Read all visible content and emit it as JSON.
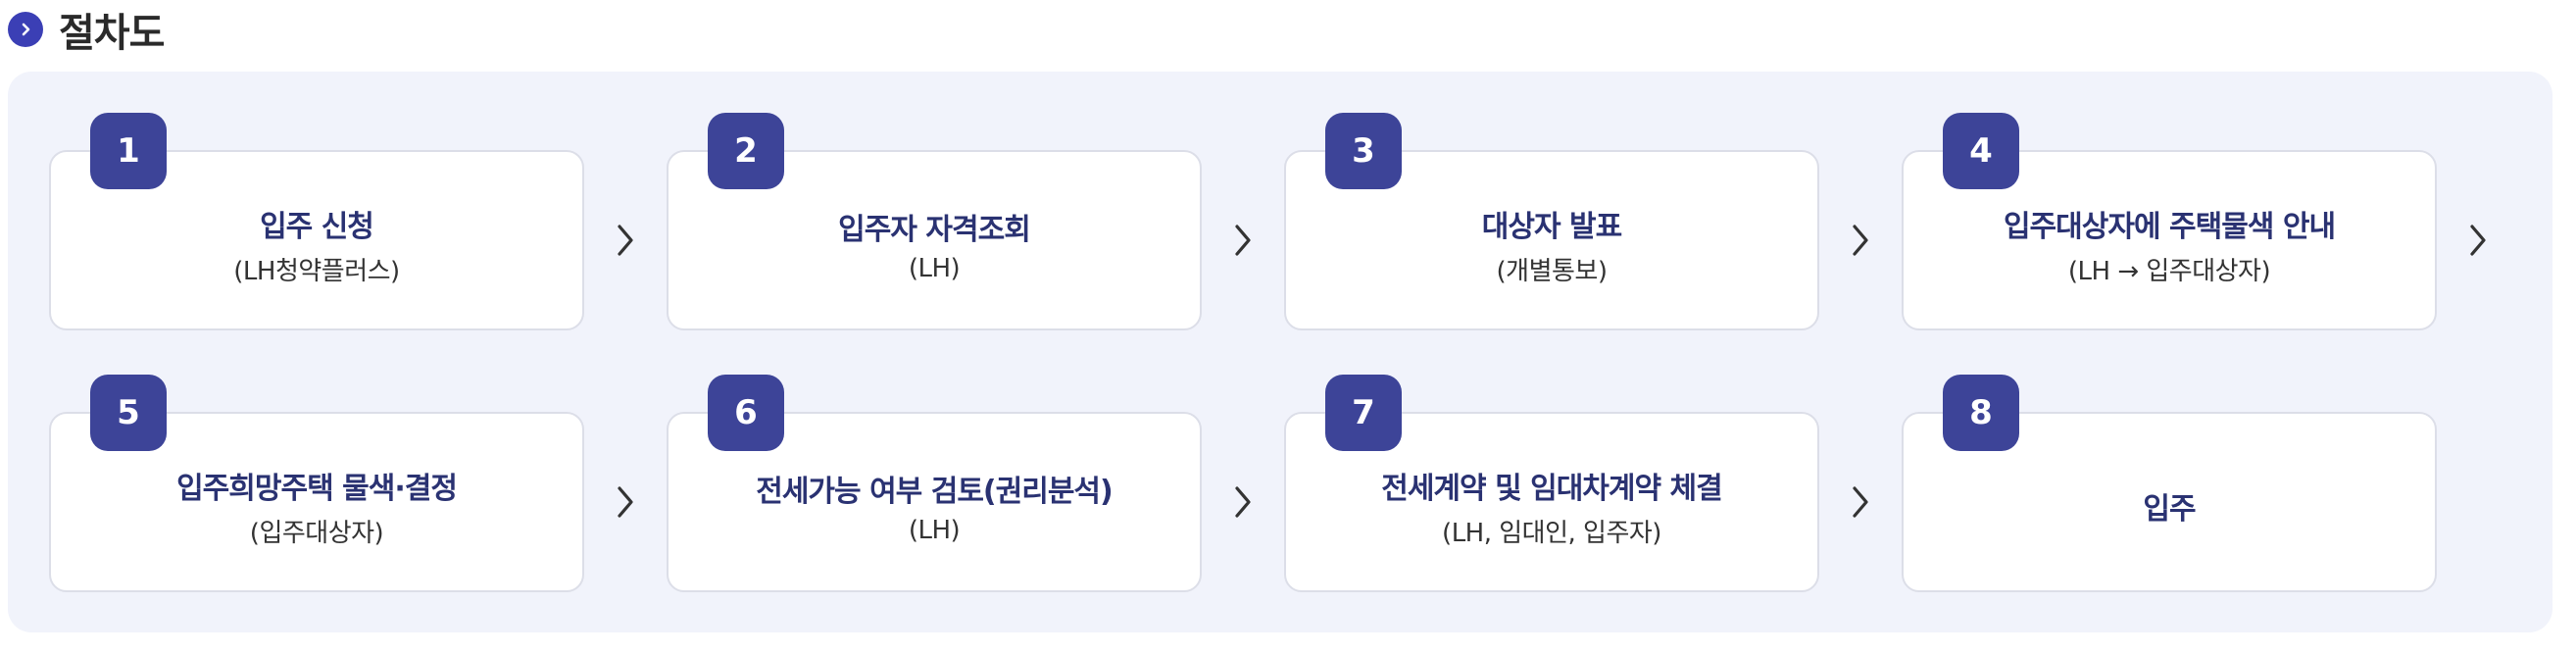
{
  "header": {
    "title": "절차도",
    "icon": "chevron-right-icon",
    "accent": "#3b3fb5"
  },
  "steps": [
    {
      "num": "1",
      "title": "입주 신청",
      "sub": "(LH청약플러스)"
    },
    {
      "num": "2",
      "title": "입주자 자격조회",
      "sub": "(LH)"
    },
    {
      "num": "3",
      "title": "대상자 발표",
      "sub": "(개별통보)"
    },
    {
      "num": "4",
      "title": "입주대상자에 주택물색 안내",
      "sub": "(LH → 입주대상자)"
    },
    {
      "num": "5",
      "title": "입주희망주택 물색·결정",
      "sub": "(입주대상자)"
    },
    {
      "num": "6",
      "title": "전세가능 여부 검토(권리분석)",
      "sub": "(LH)"
    },
    {
      "num": "7",
      "title": "전세계약 및 임대차계약 체결",
      "sub": "(LH, 임대인, 입주자)"
    },
    {
      "num": "8",
      "title": "입주",
      "sub": ""
    }
  ],
  "colors": {
    "badge": "#3d4498",
    "title_text": "#2a3272",
    "panel_bg": "#f1f3fb"
  },
  "arrow_icon": "chevron-right-icon"
}
